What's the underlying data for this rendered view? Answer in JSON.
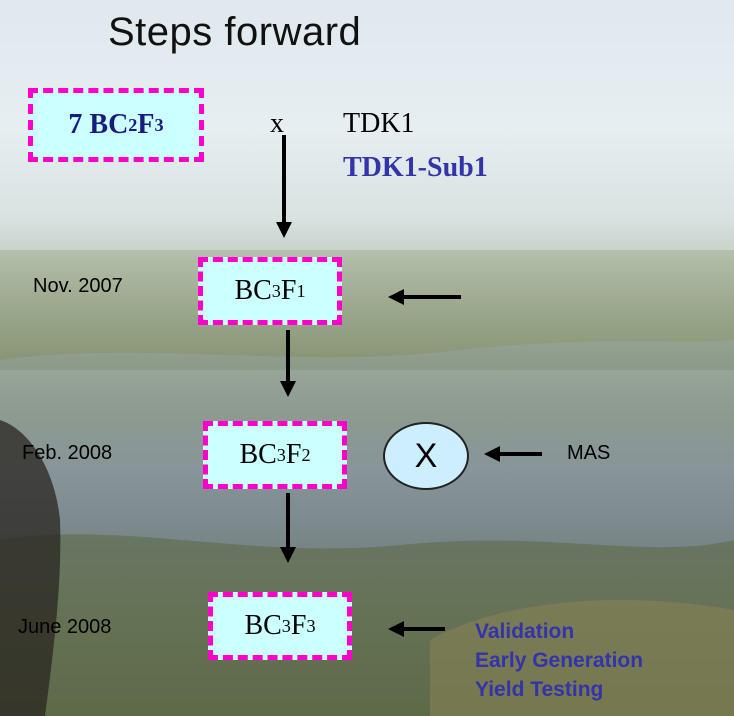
{
  "title": "Steps forward",
  "parent_box": {
    "count": "7",
    "gen_base": "BC",
    "gen_bc": "2",
    "gen_f": "F",
    "gen_fv": "3"
  },
  "cross": {
    "symbol": "x",
    "parent1": "TDK1",
    "parent2": "TDK1-Sub1"
  },
  "steps": [
    {
      "date": "Nov. 2007",
      "bc": "BC",
      "bcn": "3",
      "f": "F",
      "fn": "1"
    },
    {
      "date": "Feb. 2008",
      "bc": "BC",
      "bcn": "3",
      "f": "F",
      "fn": "2"
    },
    {
      "date": "June 2008",
      "bc": "BC",
      "bcn": "3",
      "f": "F",
      "fn": "3"
    }
  ],
  "selection": {
    "symbol": "X",
    "label": "MAS"
  },
  "testing": {
    "line1": "Validation",
    "line2": "Early Generation",
    "line3": "Yield Testing"
  },
  "colors": {
    "box_fill": "#ccffff",
    "box_border": "#ff00cc",
    "accent_text": "#3333aa"
  }
}
